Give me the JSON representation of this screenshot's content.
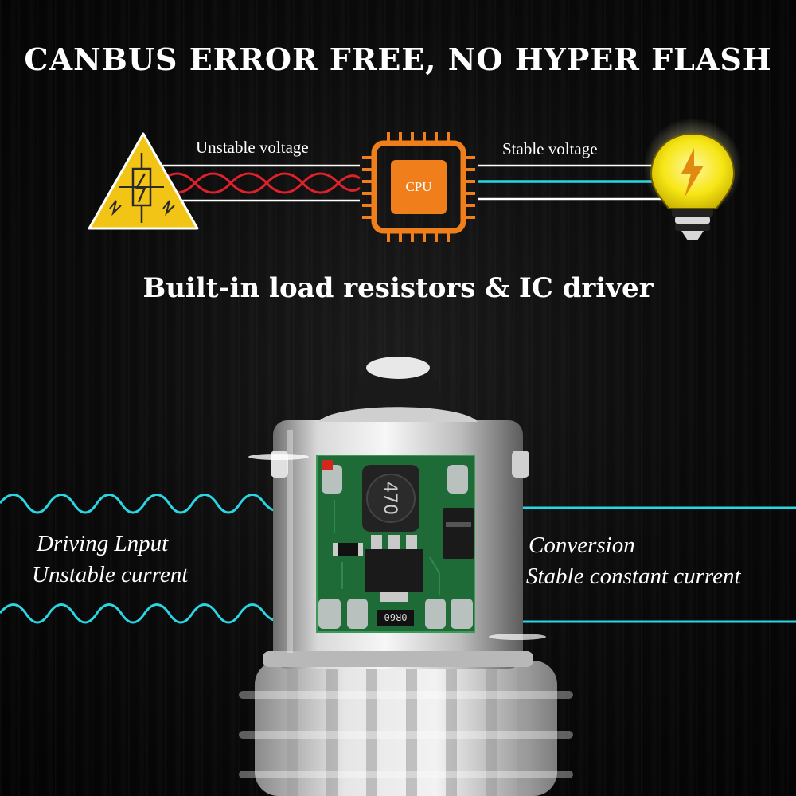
{
  "headline": "CANBUS ERROR FREE, NO HYPER FLASH",
  "diagram": {
    "unstable_voltage_label": "Unstable voltage",
    "stable_voltage_label": "Stable voltage",
    "cpu_label": "CPU"
  },
  "subheadline": "Built-in load resistors & IC driver",
  "input": {
    "line1": "Driving Lnput",
    "line2": "Unstable current"
  },
  "output": {
    "line1": "Conversion",
    "line2": "Stable constant current"
  },
  "pcb": {
    "inductor_marking": "470",
    "resistor_marking": "0R60"
  },
  "colors": {
    "warning_yellow": "#f2c415",
    "cpu_orange": "#f07e1b",
    "wave_cyan": "#2ad6e3",
    "red_wave": "#e0202a",
    "bulb_yellow": "#f6e615"
  },
  "icons": [
    "warning-triangle-icon",
    "cpu-chip-icon",
    "light-bulb-icon"
  ]
}
